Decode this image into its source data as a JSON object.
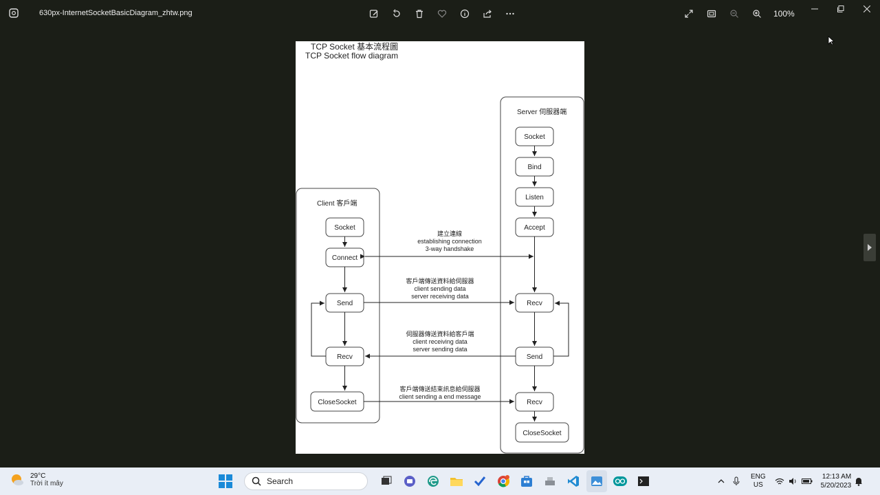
{
  "window": {
    "file_name": "630px-InternetSocketBasicDiagram_zhtw.png",
    "zoom": "100%"
  },
  "toolbar": {
    "icons": [
      "edit-icon",
      "rotate-icon",
      "delete-icon",
      "favorite-icon",
      "info-icon",
      "share-icon",
      "more-icon"
    ],
    "right_icons": [
      "fullscreen-icon",
      "fit-icon",
      "zoom-out-icon",
      "zoom-in-icon"
    ]
  },
  "diagram": {
    "title_zh": "TCP Socket 基本流程圖",
    "title_en": "TCP Socket flow diagram",
    "client": {
      "label": "Client 客戶端",
      "nodes": [
        "Socket",
        "Connect",
        "Send",
        "Recv",
        "CloseSocket"
      ]
    },
    "server": {
      "label": "Server 伺服器端",
      "nodes": [
        "Socket",
        "Bind",
        "Listen",
        "Accept",
        "Recv",
        "Send",
        "Recv",
        "CloseSocket"
      ]
    },
    "arrows": [
      [
        "建立連線",
        "establishing connection",
        "3-way handshake"
      ],
      [
        "客戶端傳送資料給伺服器",
        "client sending data",
        "server receiving data"
      ],
      [
        "伺服器傳送資料給客戶端",
        "client receiving data",
        "server sending data"
      ],
      [
        "客戶端傳送結束訊息給伺服器",
        "client sending a end message"
      ]
    ]
  },
  "taskbar": {
    "weather_temp": "29°C",
    "weather_condition": "Trời ít mây",
    "search_placeholder": "Search",
    "lang_line1": "ENG",
    "lang_line2": "US",
    "time": "12:13 AM",
    "date": "5/20/2023",
    "colors": {
      "background": "#e9eef6",
      "accent": "#0067c0"
    }
  }
}
